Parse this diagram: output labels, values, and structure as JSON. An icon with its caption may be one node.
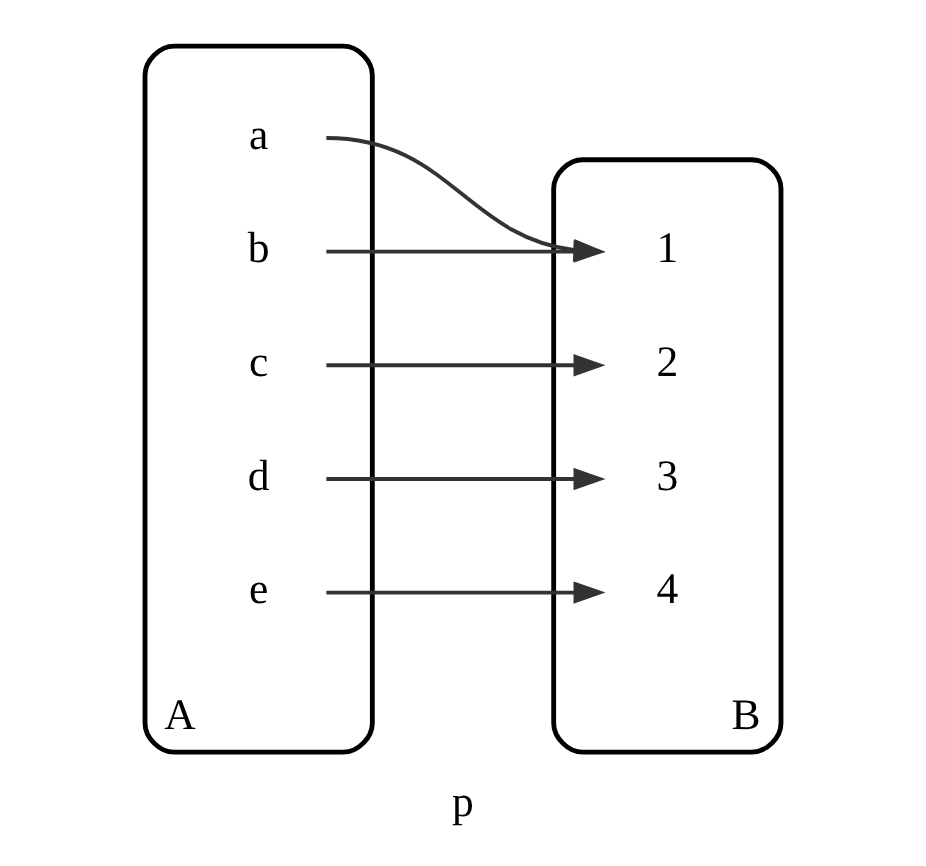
{
  "diagram": {
    "caption": "p",
    "nodes": [
      {
        "text": [
          "A"
        ]
      },
      {
        "text": [
          "a"
        ],
        "in": 0
      },
      {
        "text": [
          "b"
        ],
        "in": 0
      },
      {
        "text": [
          "c"
        ],
        "in": 0
      },
      {
        "text": [
          "d"
        ],
        "in": 0
      },
      {
        "text": [
          "e"
        ],
        "in": 0
      },
      {
        "text": [
          "B"
        ]
      },
      {
        "text": [
          "1"
        ],
        "in": 6
      },
      {
        "text": [
          "2"
        ],
        "in": 6
      },
      {
        "text": [
          "3"
        ],
        "in": 6
      },
      {
        "text": [
          "4"
        ],
        "in": 6
      }
    ],
    "edges": [
      {
        "from": 1,
        "to": 7,
        "arrow": "to"
      },
      {
        "from": 2,
        "to": 7,
        "arrow": "to"
      },
      {
        "from": 3,
        "to": 8,
        "arrow": "to"
      },
      {
        "from": 4,
        "to": 9,
        "arrow": "to"
      },
      {
        "from": 5,
        "to": 10,
        "arrow": "to"
      }
    ]
  }
}
